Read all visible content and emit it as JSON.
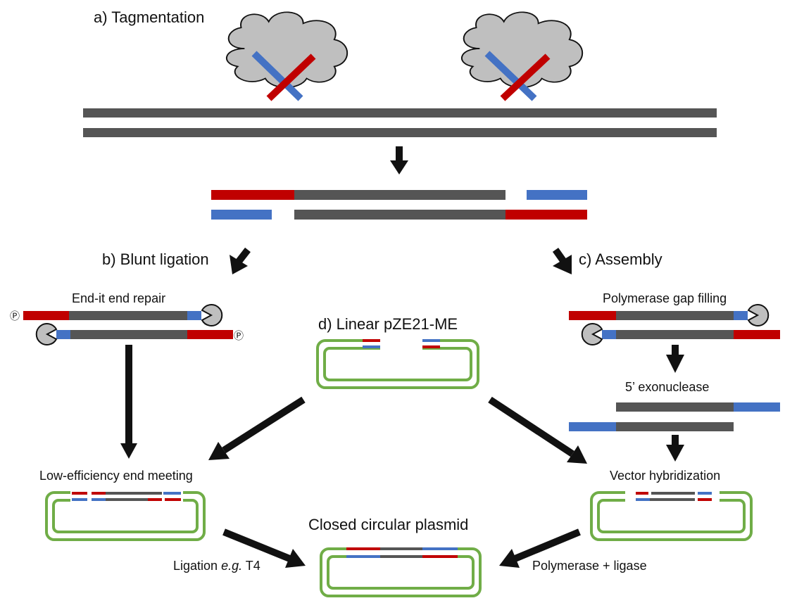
{
  "labels": {
    "tagmentation": "a) Tagmentation",
    "blunt_ligation": "b) Blunt ligation",
    "assembly": "c) Assembly",
    "linear_vector": "d) Linear pZE21-ME",
    "end_it_repair": "End-it end repair",
    "polymerase_gap_filling": "Polymerase gap filling",
    "exonuclease": "5’ exonuclease",
    "low_efficiency": "Low-efficiency end meeting",
    "vector_hybridization": "Vector hybridization",
    "closed_plasmid": "Closed circular plasmid",
    "ligation_prefix": "Ligation ",
    "ligation_eg": "e.g.",
    "ligation_suffix": " T4",
    "polymerase_ligase": "Polymerase + ligase",
    "phosphate_symbol": "Ⓟ"
  },
  "colors": {
    "dna": "#555555",
    "adapter_red": "#c00000",
    "adapter_blue": "#4472c4",
    "vector_green": "#70ad47",
    "cloud_fill": "#bfbfbf",
    "arrow": "#111111"
  },
  "icons": {
    "transposase": "cloud-icon",
    "exonuclease": "pacman-icon",
    "phosphate": "phosphate-icon"
  }
}
